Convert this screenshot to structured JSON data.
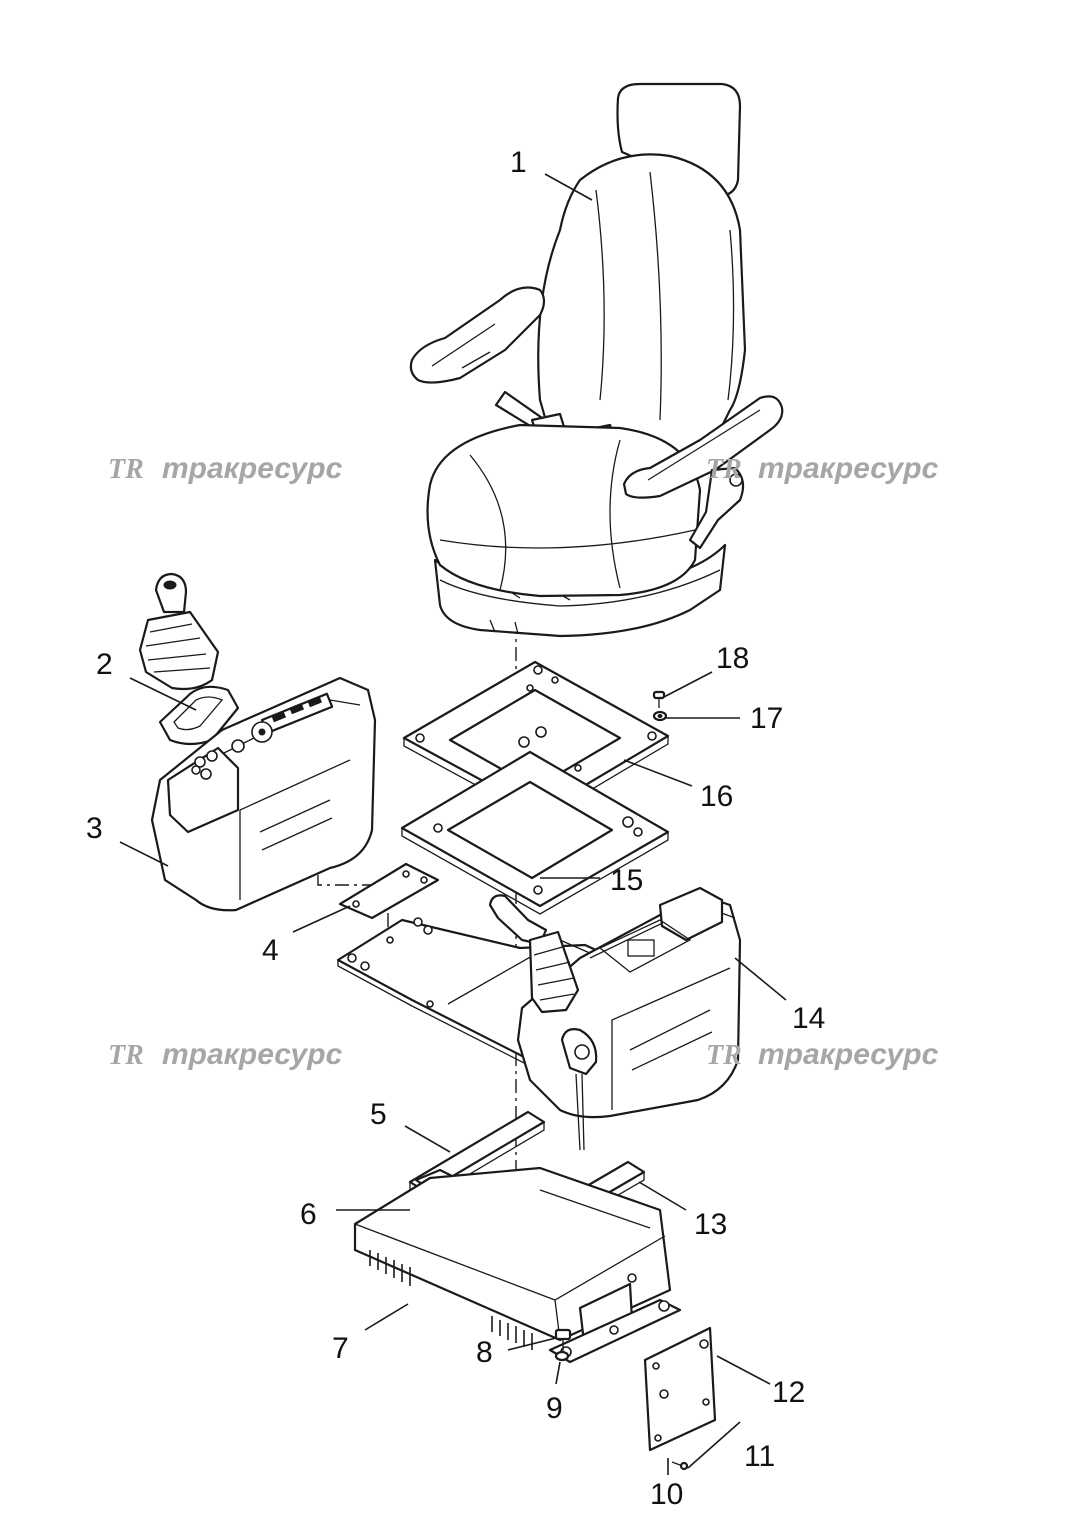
{
  "watermark": {
    "logo": "TR",
    "text": "тракресурс"
  },
  "callouts": [
    "1",
    "2",
    "3",
    "4",
    "5",
    "6",
    "7",
    "8",
    "9",
    "10",
    "11",
    "12",
    "13",
    "14",
    "15",
    "16",
    "17",
    "18"
  ]
}
